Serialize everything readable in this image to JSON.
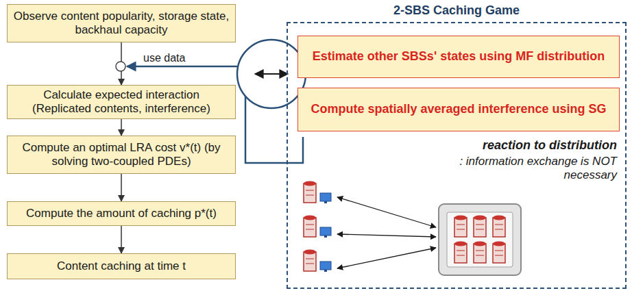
{
  "diagram": {
    "nodes": [
      {
        "text": [
          "Observe content popularity, storage state, backhaul capacity"
        ]
      },
      {
        "text": [
          "Calculate expected interaction (Replicated contents, interference)"
        ]
      },
      {
        "text": [
          "Compute an optimal LRA cost v*(t) (by solving two-coupled PDEs)"
        ]
      },
      {
        "text": [
          "Compute the amount of caching p*(t)"
        ]
      },
      {
        "text": [
          "Content caching at time t"
        ]
      },
      {
        "text": [
          "2-SBS Caching Game"
        ]
      },
      {
        "text": [
          "Estimate other SBSs' states using MF distribution"
        ],
        "in": 5
      },
      {
        "text": [
          "Compute spatially averaged interference using SG"
        ],
        "in": 5
      }
    ],
    "edges": [
      {
        "from": 0,
        "to": 1,
        "arrow": "to"
      },
      {
        "from": 1,
        "to": 2,
        "arrow": "to"
      },
      {
        "from": 2,
        "to": 3,
        "arrow": "to"
      },
      {
        "from": 3,
        "to": 4,
        "arrow": "to"
      }
    ],
    "labels": [
      "use data",
      "reaction to distribution",
      ": information exchange is NOT necessary"
    ]
  }
}
